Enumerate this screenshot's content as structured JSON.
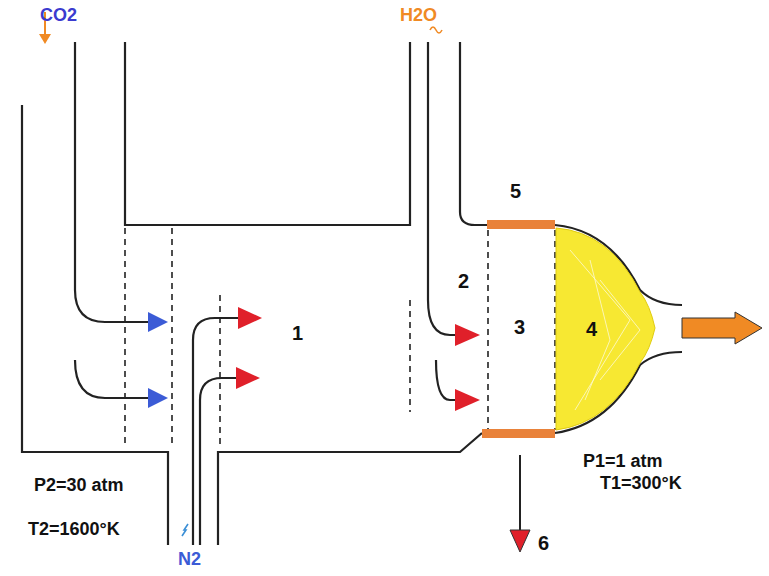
{
  "diagram": {
    "labels": [
      "CO2",
      "H2O",
      "5",
      "1",
      "2",
      "3",
      "4",
      "P1=1 atm",
      "T1=300°K",
      "P2=30 atm",
      "T2=1600°K",
      "N2",
      "6"
    ]
  }
}
